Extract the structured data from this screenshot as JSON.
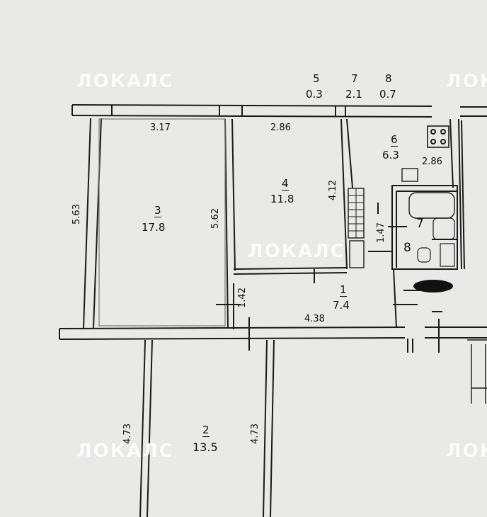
{
  "watermark": "ЛОКАЛС",
  "top_labels": [
    {
      "num": "5",
      "area": "0.3"
    },
    {
      "num": "7",
      "area": "2.1"
    },
    {
      "num": "8",
      "area": "0.7"
    }
  ],
  "rooms": [
    {
      "num": "1",
      "area": "7.4"
    },
    {
      "num": "2",
      "area": "13.5"
    },
    {
      "num": "3",
      "area": "17.8"
    },
    {
      "num": "4",
      "area": "11.8"
    },
    {
      "num": "6",
      "area": "6.3"
    },
    {
      "num": "7"
    },
    {
      "num": "8"
    }
  ],
  "dimensions": {
    "room3_top": "3.17",
    "room4_top": "2.86",
    "kitchen_right": "2.86",
    "room3_left": "5.63",
    "room3_right": "5.62",
    "room4_right": "4.12",
    "bath_side": "1.47",
    "hall_left": "1.42",
    "hall_bottom": "4.38",
    "room2_left": "4.73",
    "room2_right": "4.73"
  }
}
